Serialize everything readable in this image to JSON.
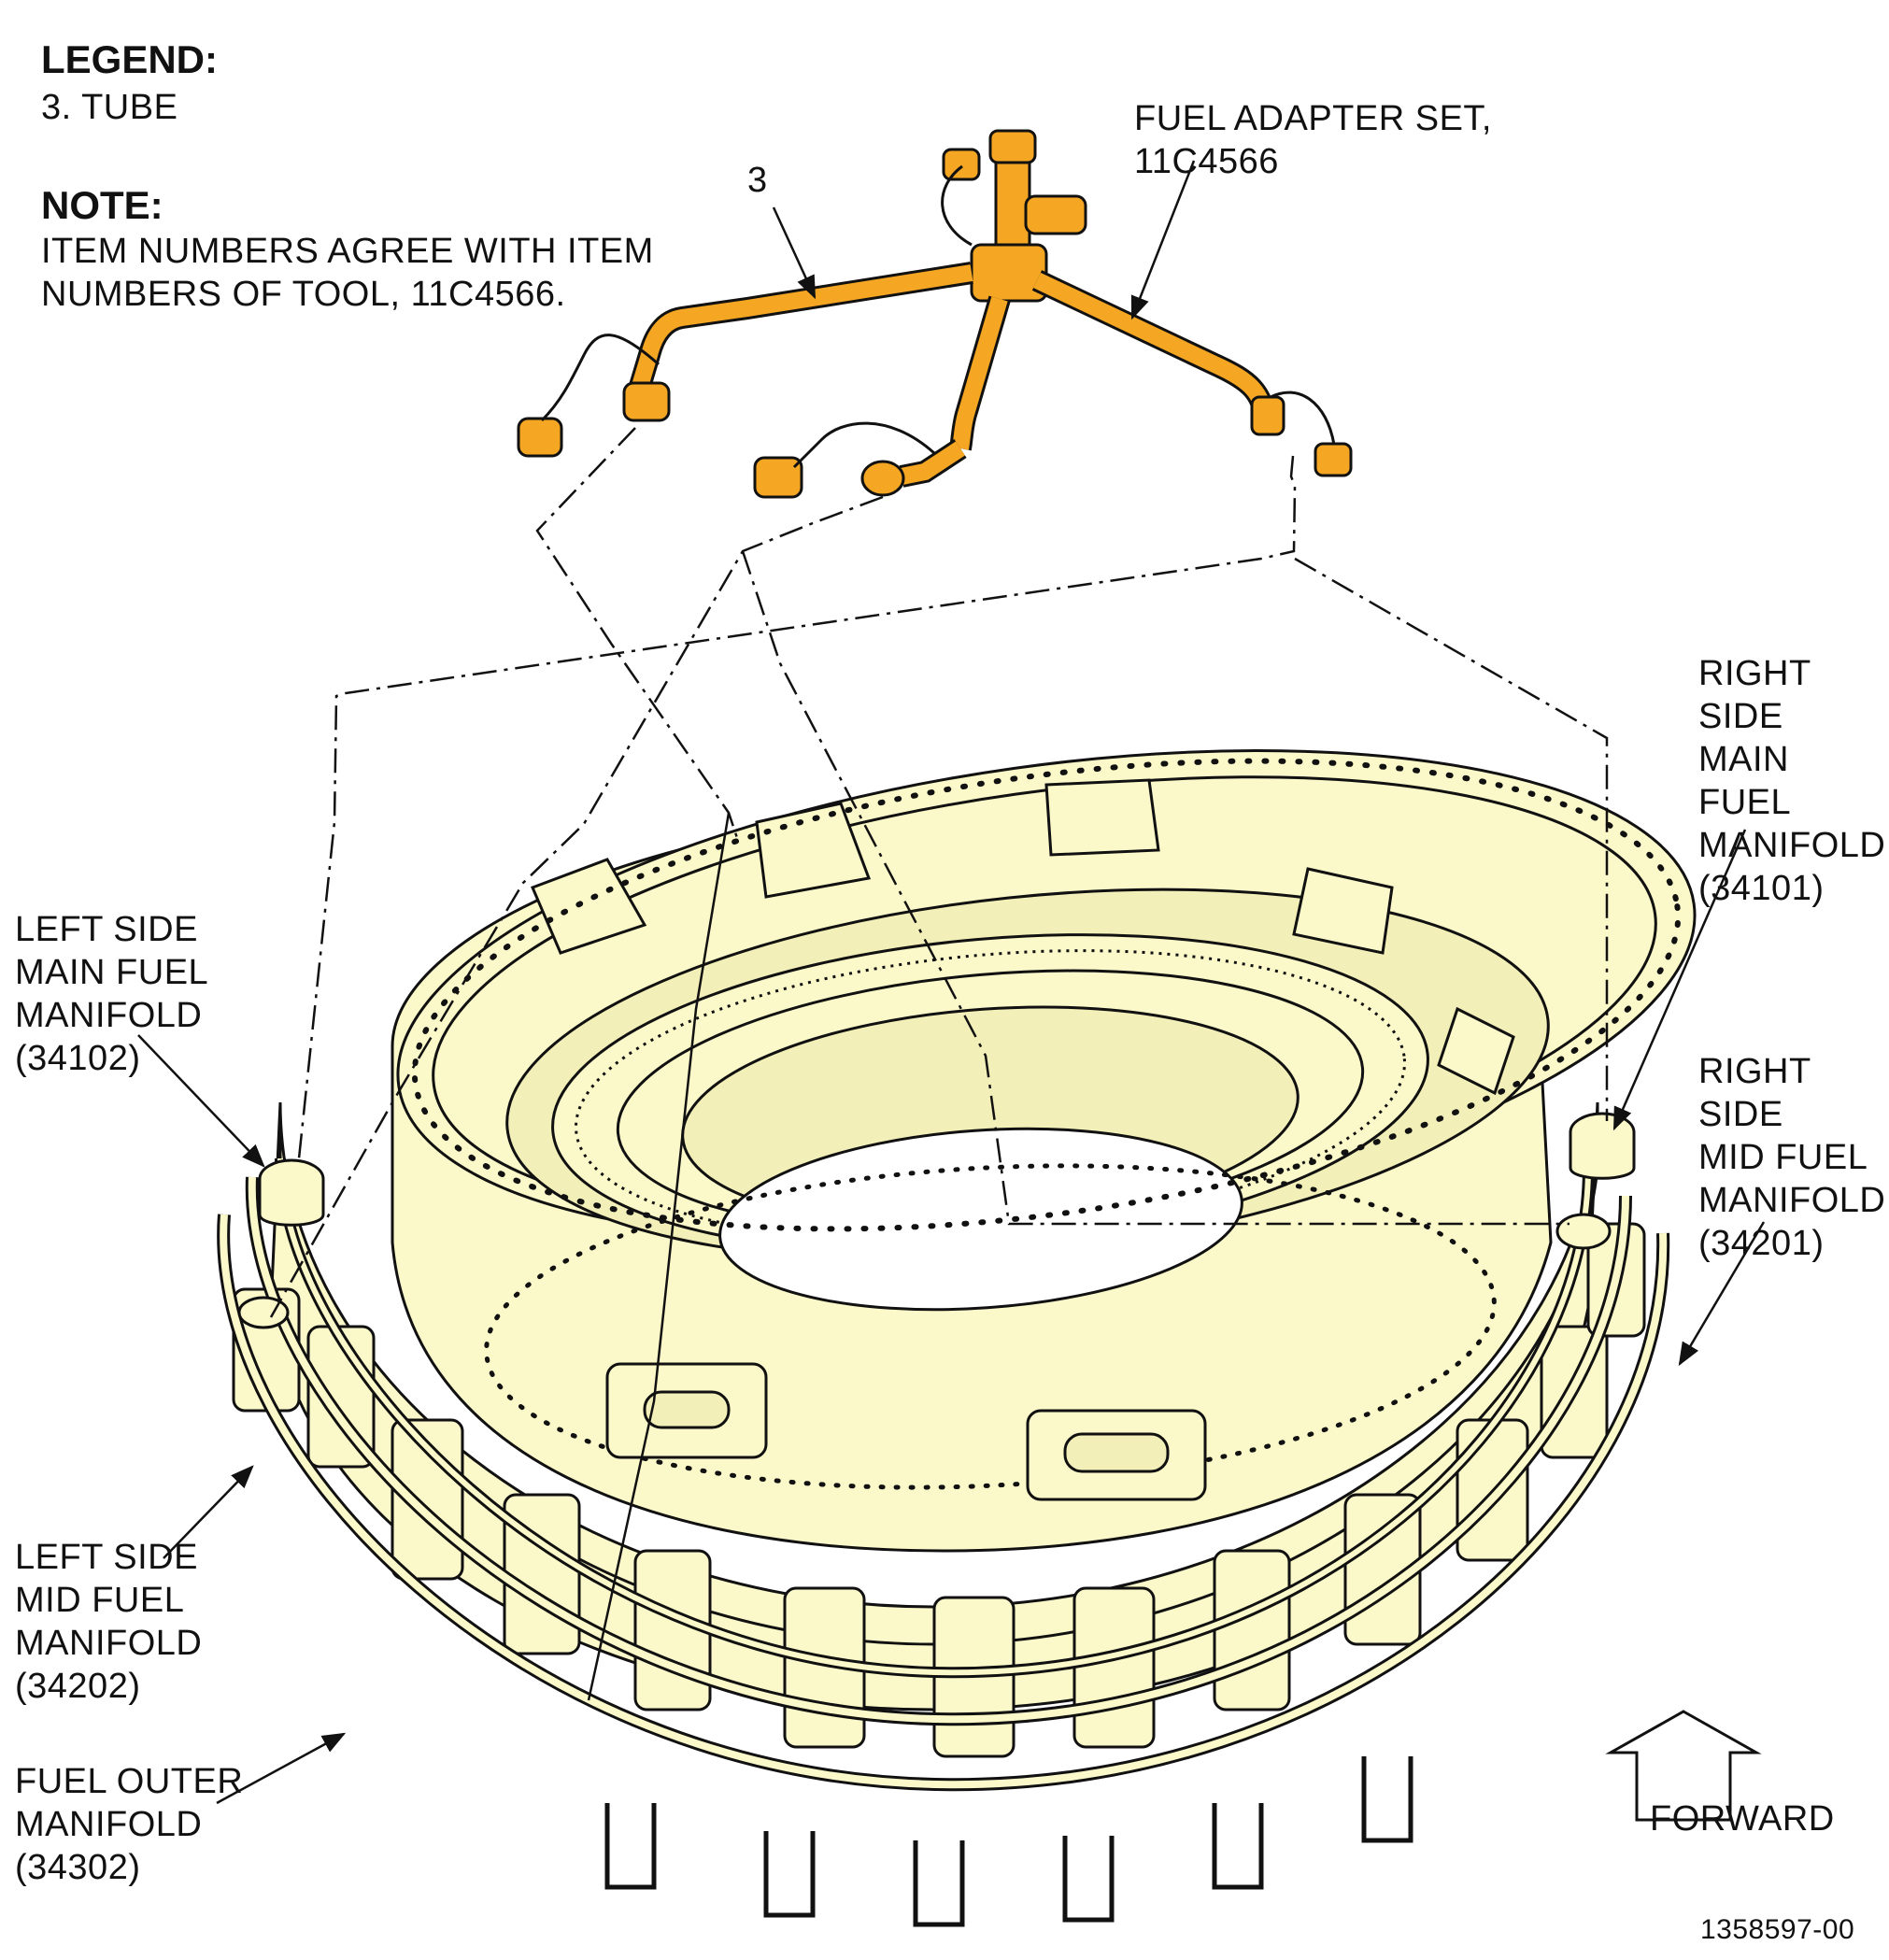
{
  "legend": {
    "heading": "LEGEND:",
    "item": "3. TUBE"
  },
  "note": {
    "heading": "NOTE:",
    "text": "ITEM NUMBERS AGREE WITH ITEM\nNUMBERS OF TOOL, 11C4566."
  },
  "callouts": {
    "item_number": "3",
    "fuel_adapter_set": "FUEL ADAPTER SET,\n11C4566",
    "right_main": "RIGHT SIDE\nMAIN FUEL\nMANIFOLD\n(34101)",
    "right_mid": "RIGHT SIDE\nMID FUEL\nMANIFOLD\n(34201)",
    "left_main": "LEFT SIDE\nMAIN FUEL\nMANIFOLD\n(34102)",
    "left_mid": "LEFT SIDE\nMID FUEL\nMANIFOLD\n(34202)",
    "fuel_outer": "FUEL OUTER\nMANIFOLD\n(34302)",
    "forward": "FORWARD"
  },
  "figure_id": "1358597-00",
  "colors": {
    "tool": "#F5A623",
    "engine": "#FBF8C9",
    "ink": "#111111"
  }
}
